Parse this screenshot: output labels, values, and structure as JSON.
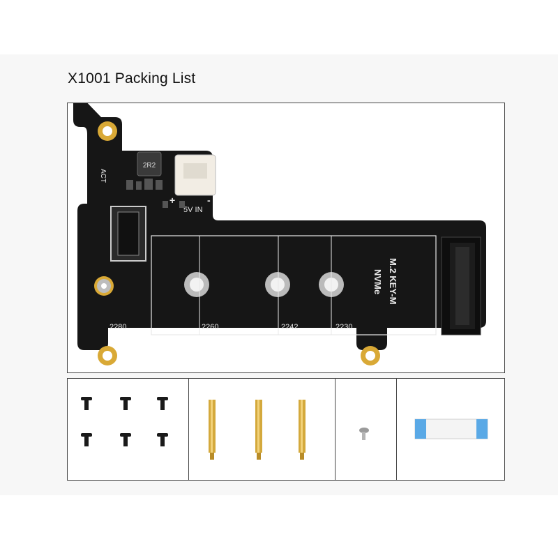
{
  "title": "X1001 Packing List",
  "board": {
    "inductor_label": "2R2",
    "act_label": "ACT",
    "power_label": "5V IN",
    "plus_label": "+",
    "minus_label": "-",
    "slot_label_line1": "M.2 KEY-M",
    "slot_label_line2": "NVMe",
    "size_labels": [
      "2280",
      "2260",
      "2242",
      "2230"
    ]
  },
  "accessories": [
    {
      "name": "screws",
      "count": 6
    },
    {
      "name": "brass-standoffs",
      "count": 3
    },
    {
      "name": "small-screw",
      "count": 1
    },
    {
      "name": "fpc-cable",
      "count": 1
    }
  ],
  "colors": {
    "pcb": "#161616",
    "gold": "#d9a936",
    "silkscreen": "#e8e8e8",
    "cable_blue": "#5aa9e6",
    "brass": "#d4a93c"
  }
}
